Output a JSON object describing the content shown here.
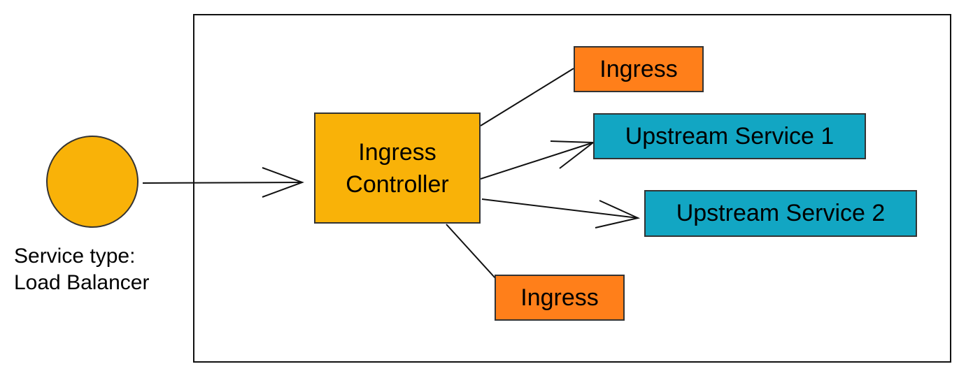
{
  "colors": {
    "load_balancer_fill": "#F9B208",
    "controller_fill": "#F9B208",
    "ingress_fill": "#FF7F1A",
    "upstream_fill": "#12A6C3",
    "line": "#111111"
  },
  "load_balancer": {
    "label_line1": "Service type:",
    "label_line2": "Load Balancer"
  },
  "controller": {
    "label_line1": "Ingress",
    "label_line2": "Controller"
  },
  "ingress_top": {
    "label": "Ingress"
  },
  "upstream_1": {
    "label": "Upstream Service 1"
  },
  "upstream_2": {
    "label": "Upstream Service 2"
  },
  "ingress_bottom": {
    "label": "Ingress"
  }
}
